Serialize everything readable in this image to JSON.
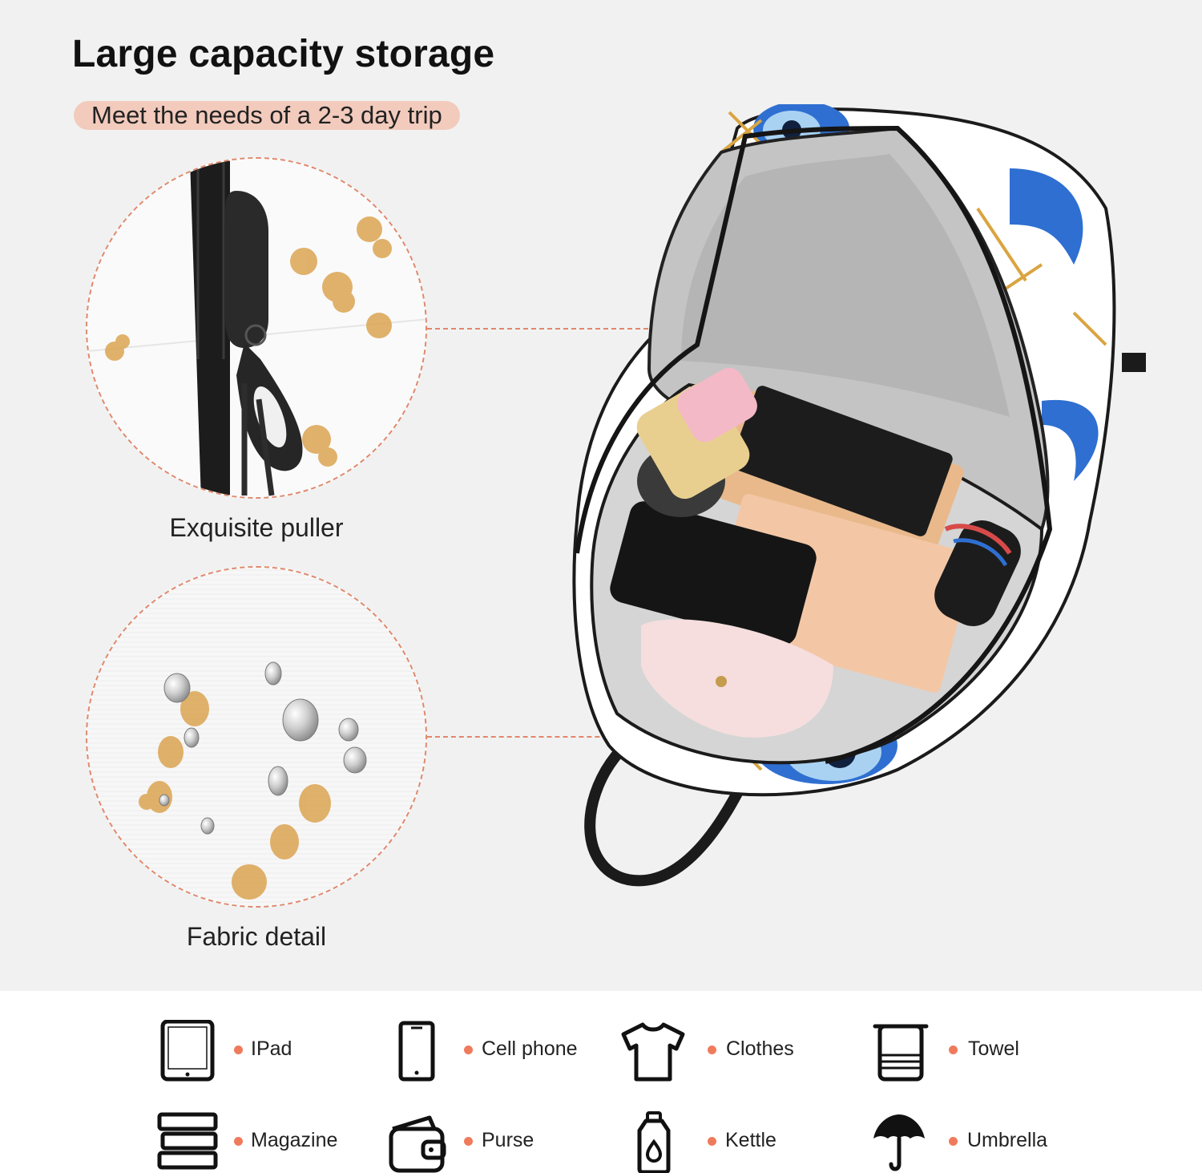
{
  "header": {
    "title": "Large capacity storage",
    "subtitle": "Meet the needs of a 2-3 day trip"
  },
  "details": [
    {
      "caption": "Exquisite puller",
      "icon": "zipper-closeup"
    },
    {
      "caption": "Fabric detail",
      "icon": "water-droplets-fabric"
    }
  ],
  "colors": {
    "accent": "#ef7b5c",
    "pill": "#f2cbbd",
    "background": "#f1f1f1",
    "pattern_blue": "#2f6fd1",
    "pattern_gold": "#d9a441"
  },
  "items": [
    {
      "label": "IPad",
      "icon": "tablet-icon"
    },
    {
      "label": "Cell phone",
      "icon": "phone-icon"
    },
    {
      "label": "Clothes",
      "icon": "tshirt-icon"
    },
    {
      "label": "Towel",
      "icon": "towel-icon"
    },
    {
      "label": "Magazine",
      "icon": "books-icon"
    },
    {
      "label": "Purse",
      "icon": "wallet-icon"
    },
    {
      "label": "Kettle",
      "icon": "bottle-icon"
    },
    {
      "label": "Umbrella",
      "icon": "umbrella-icon"
    }
  ]
}
